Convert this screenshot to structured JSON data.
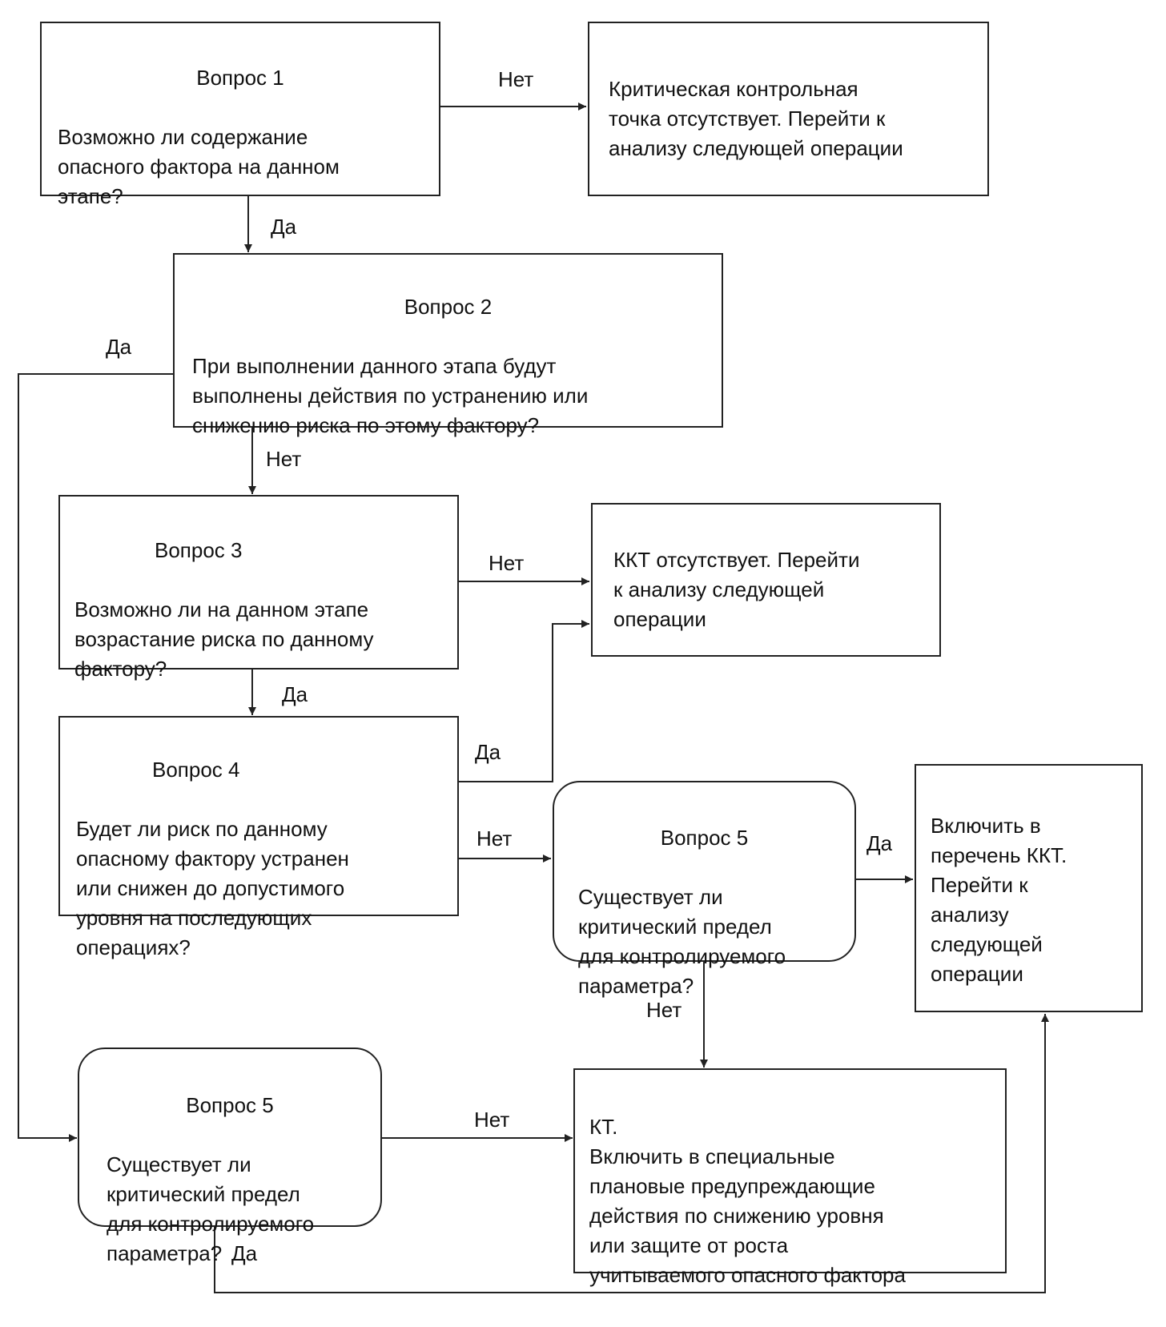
{
  "boxes": {
    "q1": {
      "title": "Вопрос 1",
      "text": "Возможно ли содержание\nопасного фактора на данном\nэтапе?"
    },
    "no_ccp_1": {
      "text": "Критическая контрольная\nточка отсутствует. Перейти к\nанализу следующей операции"
    },
    "q2": {
      "title": "Вопрос 2",
      "text": "При выполнении данного этапа будут\nвыполнены действия по устранению или\nснижению риска по этому фактору?"
    },
    "q3": {
      "title": "Вопрос 3",
      "text": "Возможно ли на данном этапе\nвозрастание риска по данному\nфактору?"
    },
    "no_ccp_2": {
      "text": "ККТ отсутствует. Перейти\nк анализу следующей\nоперации"
    },
    "q4": {
      "title": "Вопрос 4",
      "text": "Будет ли риск по данному\nопасному фактору устранен\nили снижен до допустимого\nуровня на последующих\nоперациях?"
    },
    "q5_right": {
      "title": "Вопрос 5",
      "text": "Существует ли\nкритический предел\nдля контролируемого\nпараметра?"
    },
    "include_ccp": {
      "text": "Включить в\nперечень ККТ.\nПерейти к\nанализу\nследующей\nоперации"
    },
    "q5_left": {
      "title": "Вопрос 5",
      "text": "Существует ли\nкритический предел\nдля контролируемого\nпараметра?"
    },
    "cp": {
      "text": "КТ.\nВключить в специальные\nплановые предупреждающие\nдействия по снижению уровня\nили защите от роста\nучитываемого опасного фактора"
    }
  },
  "labels": {
    "q1_no": "Нет",
    "q1_yes": "Да",
    "q2_yes": "Да",
    "q2_no": "Нет",
    "q3_no": "Нет",
    "q3_yes": "Да",
    "q4_yes": "Да",
    "q4_no": "Нет",
    "q5r_yes": "Да",
    "q5r_no": "Нет",
    "q5l_no": "Нет",
    "q5l_yes": "Да"
  }
}
